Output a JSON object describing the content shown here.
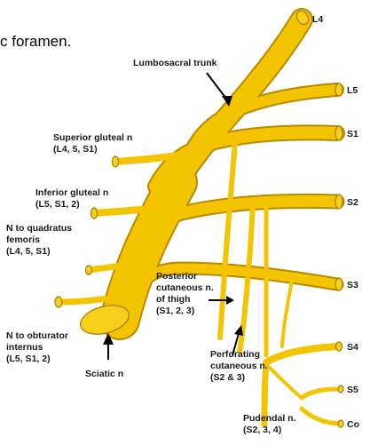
{
  "caption_fragment": "c foramen.",
  "roots": {
    "l4": "L4",
    "l5": "L5",
    "s1": "S1",
    "s2": "S2",
    "s3": "S3",
    "s4": "S4",
    "s5": "S5",
    "co": "Co"
  },
  "labels": {
    "lumbosacral_trunk": "Lumbosacral trunk",
    "superior_gluteal": [
      "Superior gluteal n",
      "(L4, 5, S1)"
    ],
    "inferior_gluteal": [
      "Inferior gluteal n",
      "(L5, S1, 2)"
    ],
    "quadratus_femoris": [
      "N to quadratus",
      "femoris",
      "(L4, 5, S1)"
    ],
    "obturator_internus": [
      "N to obturator",
      "internus",
      "(L5, S1, 2)"
    ],
    "sciatic": "Sciatic n",
    "posterior_cutaneous": [
      "Posterior",
      "cutaneous n.",
      "of thigh",
      "(S1, 2, 3)"
    ],
    "perforating_cutaneous": [
      "Perforating",
      "cutaneous n.",
      "(S2 & 3)"
    ],
    "pudendal": [
      "Pudendal n.",
      "(S2, 3, 4)"
    ]
  },
  "colors": {
    "nerve_fill": "#f5c400",
    "nerve_outline": "#b88a00",
    "text": "#1a1a1a"
  }
}
